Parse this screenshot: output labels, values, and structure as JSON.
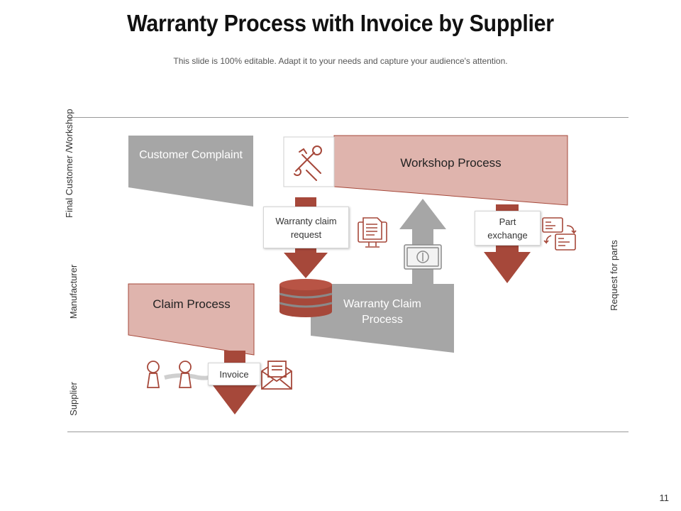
{
  "title": "Warranty Process with Invoice by Supplier",
  "subtitle": "This slide is 100% editable. Adapt it to your needs and capture your audience's attention.",
  "lanes": {
    "top": "Final Customer /Workshop",
    "middle": "Manufacturer",
    "bottom": "Supplier",
    "right": "Request for parts"
  },
  "shapes": {
    "customer_complaint": "Customer Complaint",
    "workshop_process": "Workshop Process",
    "claim_process": "Claim Process",
    "warranty_claim_process": "Warranty Claim Process"
  },
  "callouts": {
    "warranty_claim_request": "Warranty claim request",
    "part_exchange": "Part exchange",
    "invoice": "Invoice"
  },
  "page_number": "11",
  "colors": {
    "gray": "#a6a6a6",
    "pink": "#dfb4ad",
    "rust": "#a6483a",
    "icon": "#a6483a"
  }
}
